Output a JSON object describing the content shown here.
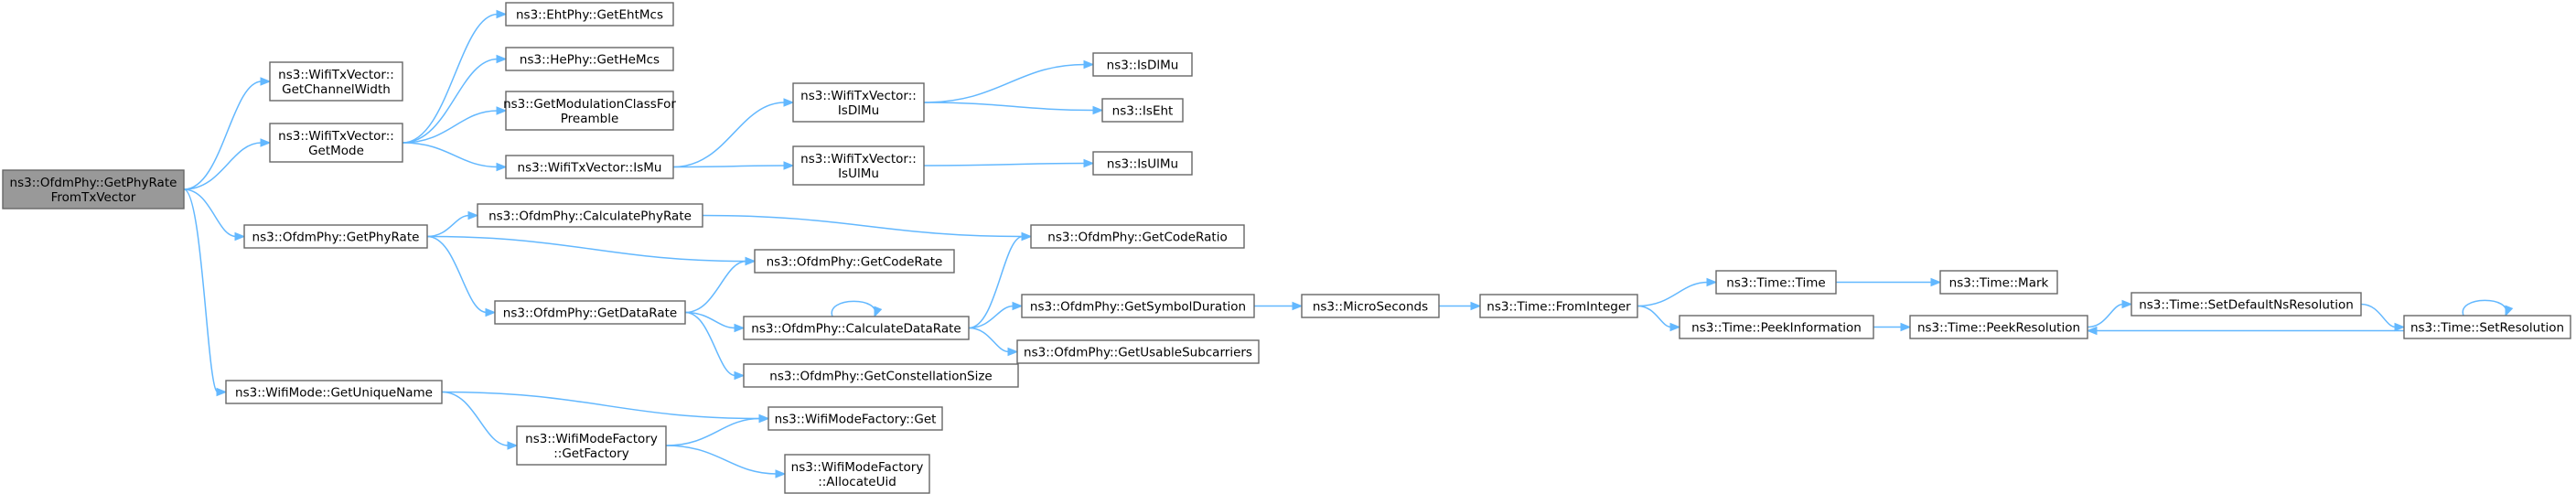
{
  "nodes": [
    {
      "id": "root",
      "lines": [
        "ns3::OfdmPhy::GetPhyRate",
        "FromTxVector"
      ]
    },
    {
      "id": "getChannelWidth",
      "lines": [
        "ns3::WifiTxVector::",
        "GetChannelWidth"
      ]
    },
    {
      "id": "getMode",
      "lines": [
        "ns3::WifiTxVector::",
        "GetMode"
      ]
    },
    {
      "id": "ofdmGetPhyRate",
      "lines": [
        "ns3::OfdmPhy::GetPhyRate"
      ]
    },
    {
      "id": "getUniqueName",
      "lines": [
        "ns3::WifiMode::GetUniqueName"
      ]
    },
    {
      "id": "getEhtMcs",
      "lines": [
        "ns3::EhtPhy::GetEhtMcs"
      ]
    },
    {
      "id": "getHeMcs",
      "lines": [
        "ns3::HePhy::GetHeMcs"
      ]
    },
    {
      "id": "getModClass",
      "lines": [
        "ns3::GetModulationClassFor",
        "Preamble"
      ]
    },
    {
      "id": "txIsMu",
      "lines": [
        "ns3::WifiTxVector::IsMu"
      ]
    },
    {
      "id": "calcPhyRate",
      "lines": [
        "ns3::OfdmPhy::CalculatePhyRate"
      ]
    },
    {
      "id": "getCodeRate",
      "lines": [
        "ns3::OfdmPhy::GetCodeRate"
      ]
    },
    {
      "id": "getDataRate",
      "lines": [
        "ns3::OfdmPhy::GetDataRate"
      ]
    },
    {
      "id": "calcDataRate",
      "lines": [
        "ns3::OfdmPhy::CalculateDataRate"
      ]
    },
    {
      "id": "getConstSize",
      "lines": [
        "ns3::OfdmPhy::GetConstellationSize"
      ]
    },
    {
      "id": "factoryGet",
      "lines": [
        "ns3::WifiModeFactory::Get"
      ]
    },
    {
      "id": "getFactory",
      "lines": [
        "ns3::WifiModeFactory",
        "::GetFactory"
      ]
    },
    {
      "id": "allocUid",
      "lines": [
        "ns3::WifiModeFactory",
        "::AllocateUid"
      ]
    },
    {
      "id": "txIsDlMu",
      "lines": [
        "ns3::WifiTxVector::",
        "IsDlMu"
      ]
    },
    {
      "id": "txIsUlMu",
      "lines": [
        "ns3::WifiTxVector::",
        "IsUlMu"
      ]
    },
    {
      "id": "isDlMu",
      "lines": [
        "ns3::IsDlMu"
      ]
    },
    {
      "id": "isEht",
      "lines": [
        "ns3::IsEht"
      ]
    },
    {
      "id": "isUlMu",
      "lines": [
        "ns3::IsUlMu"
      ]
    },
    {
      "id": "getCodeRatio",
      "lines": [
        "ns3::OfdmPhy::GetCodeRatio"
      ]
    },
    {
      "id": "getSymbolDuration",
      "lines": [
        "ns3::OfdmPhy::GetSymbolDuration"
      ]
    },
    {
      "id": "getUsableSub",
      "lines": [
        "ns3::OfdmPhy::GetUsableSubcarriers"
      ]
    },
    {
      "id": "microSeconds",
      "lines": [
        "ns3::MicroSeconds"
      ]
    },
    {
      "id": "fromInteger",
      "lines": [
        "ns3::Time::FromInteger"
      ]
    },
    {
      "id": "timeTime",
      "lines": [
        "ns3::Time::Time"
      ]
    },
    {
      "id": "peekInfo",
      "lines": [
        "ns3::Time::PeekInformation"
      ]
    },
    {
      "id": "timeMark",
      "lines": [
        "ns3::Time::Mark"
      ]
    },
    {
      "id": "peekRes",
      "lines": [
        "ns3::Time::PeekResolution"
      ]
    },
    {
      "id": "setDefaultNs",
      "lines": [
        "ns3::Time::SetDefaultNsResolution"
      ]
    },
    {
      "id": "setRes",
      "lines": [
        "ns3::Time::SetResolution"
      ]
    }
  ],
  "edges": [
    [
      "root",
      "getChannelWidth"
    ],
    [
      "root",
      "getMode"
    ],
    [
      "root",
      "ofdmGetPhyRate"
    ],
    [
      "root",
      "getUniqueName"
    ],
    [
      "getMode",
      "getEhtMcs"
    ],
    [
      "getMode",
      "getHeMcs"
    ],
    [
      "getMode",
      "getModClass"
    ],
    [
      "getMode",
      "txIsMu"
    ],
    [
      "txIsMu",
      "txIsDlMu"
    ],
    [
      "txIsMu",
      "txIsUlMu"
    ],
    [
      "txIsDlMu",
      "isDlMu"
    ],
    [
      "txIsDlMu",
      "isEht"
    ],
    [
      "txIsUlMu",
      "isUlMu"
    ],
    [
      "ofdmGetPhyRate",
      "calcPhyRate"
    ],
    [
      "ofdmGetPhyRate",
      "getCodeRate"
    ],
    [
      "ofdmGetPhyRate",
      "getDataRate"
    ],
    [
      "calcPhyRate",
      "getCodeRatio"
    ],
    [
      "getDataRate",
      "getCodeRate"
    ],
    [
      "getDataRate",
      "calcDataRate"
    ],
    [
      "getDataRate",
      "getConstSize"
    ],
    [
      "calcDataRate",
      "calcDataRate"
    ],
    [
      "calcDataRate",
      "getCodeRatio"
    ],
    [
      "calcDataRate",
      "getSymbolDuration"
    ],
    [
      "calcDataRate",
      "getUsableSub"
    ],
    [
      "getSymbolDuration",
      "microSeconds"
    ],
    [
      "microSeconds",
      "fromInteger"
    ],
    [
      "fromInteger",
      "timeTime"
    ],
    [
      "fromInteger",
      "peekInfo"
    ],
    [
      "timeTime",
      "timeMark"
    ],
    [
      "peekInfo",
      "peekRes"
    ],
    [
      "peekRes",
      "setDefaultNs"
    ],
    [
      "setDefaultNs",
      "setRes"
    ],
    [
      "setRes",
      "peekRes"
    ],
    [
      "setRes",
      "setRes"
    ],
    [
      "getUniqueName",
      "factoryGet"
    ],
    [
      "getUniqueName",
      "getFactory"
    ],
    [
      "getFactory",
      "factoryGet"
    ],
    [
      "getFactory",
      "allocUid"
    ]
  ],
  "colors": {
    "edge": "#63b8ff",
    "node_border": "#666666",
    "root_fill": "#999999",
    "node_fill": "#ffffff"
  }
}
